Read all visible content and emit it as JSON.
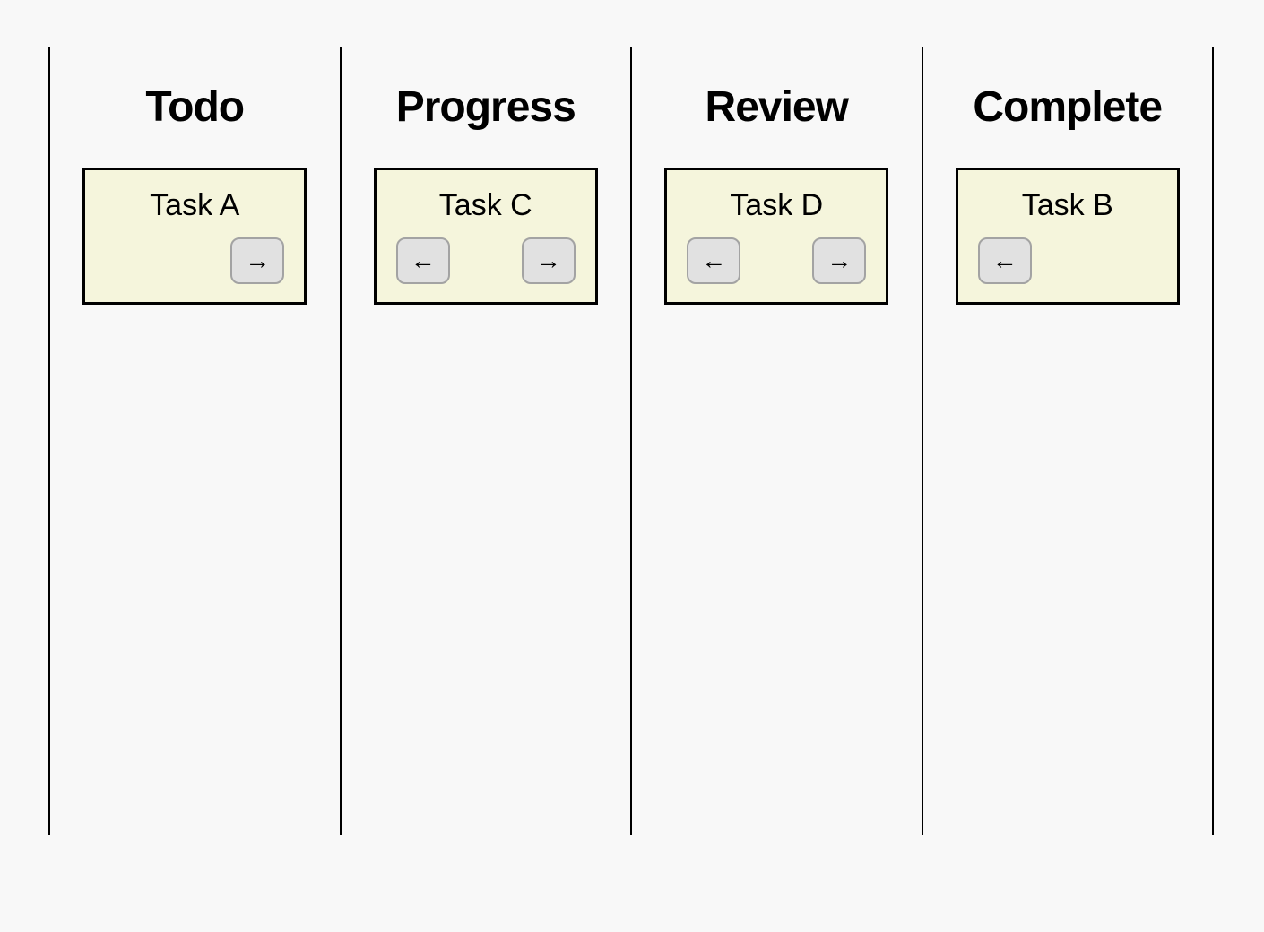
{
  "board": {
    "columns": [
      {
        "title": "Todo",
        "cards": [
          {
            "title": "Task A",
            "move_right_label": "→"
          }
        ]
      },
      {
        "title": "Progress",
        "cards": [
          {
            "title": "Task C",
            "move_left_label": "←",
            "move_right_label": "→"
          }
        ]
      },
      {
        "title": "Review",
        "cards": [
          {
            "title": "Task D",
            "move_left_label": "←",
            "move_right_label": "→"
          }
        ]
      },
      {
        "title": "Complete",
        "cards": [
          {
            "title": "Task B",
            "move_left_label": "←"
          }
        ]
      }
    ],
    "colors": {
      "page_background": "#f8f8f8",
      "column_divider": "#000000",
      "card_background": "#f5f5dc",
      "card_border": "#000000",
      "button_background": "#e1e1e1",
      "button_border": "#a3a3a3",
      "text": "#000000"
    }
  }
}
